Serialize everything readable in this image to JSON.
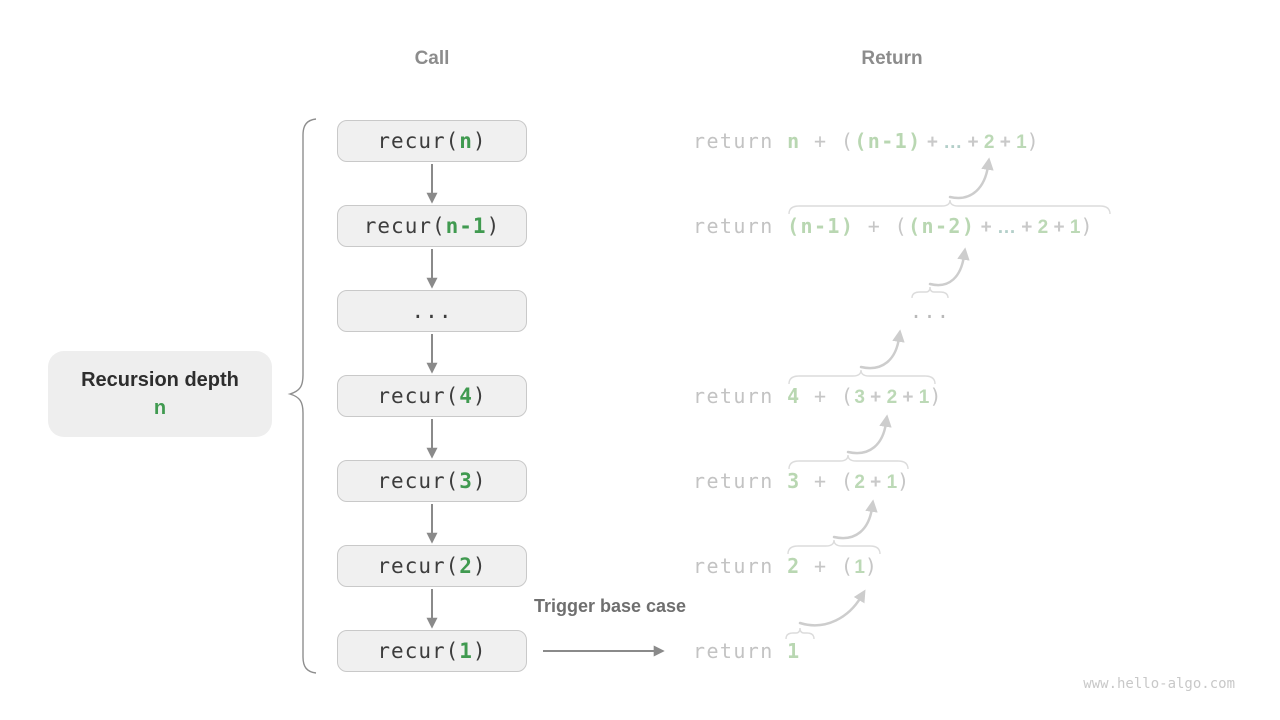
{
  "columns": {
    "call_title": "Call",
    "return_title": "Return"
  },
  "depth_label": {
    "line1": "Recursion depth",
    "line2": "n"
  },
  "trigger_label": "Trigger base case",
  "watermark": "www.hello-algo.com",
  "colors": {
    "accent_green": "#409a50",
    "light_green": "#bcd9b6",
    "box_bg": "#f0f0f0",
    "box_border": "#c9c9c9",
    "arrow_gray": "#8a8a8a",
    "faint_arrow_gray": "#cdcdcd",
    "faint_brace_gray": "#dcdcdc"
  },
  "call": {
    "boxes": [
      {
        "name": "recur-n",
        "segments": [
          {
            "t": "recur(",
            "s": "fn"
          },
          {
            "t": "n",
            "s": "arg"
          },
          {
            "t": ")",
            "s": "fn"
          }
        ]
      },
      {
        "name": "recur-n-1",
        "segments": [
          {
            "t": "recur(",
            "s": "fn"
          },
          {
            "t": "n-1",
            "s": "arg"
          },
          {
            "t": ")",
            "s": "fn"
          }
        ]
      },
      {
        "name": "ellipsis",
        "segments": [
          {
            "t": "...",
            "s": "fn"
          }
        ]
      },
      {
        "name": "recur-4",
        "segments": [
          {
            "t": "recur(",
            "s": "fn"
          },
          {
            "t": "4",
            "s": "arg"
          },
          {
            "t": ")",
            "s": "fn"
          }
        ]
      },
      {
        "name": "recur-3",
        "segments": [
          {
            "t": "recur(",
            "s": "fn"
          },
          {
            "t": "3",
            "s": "arg"
          },
          {
            "t": ")",
            "s": "fn"
          }
        ]
      },
      {
        "name": "recur-2",
        "segments": [
          {
            "t": "recur(",
            "s": "fn"
          },
          {
            "t": "2",
            "s": "arg"
          },
          {
            "t": ")",
            "s": "fn"
          }
        ]
      },
      {
        "name": "recur-1",
        "segments": [
          {
            "t": "recur(",
            "s": "fn"
          },
          {
            "t": "1",
            "s": "arg"
          },
          {
            "t": ")",
            "s": "fn"
          }
        ]
      }
    ]
  },
  "return_rows": [
    {
      "name": "n",
      "segments": [
        {
          "t": "return ",
          "s": "kw"
        },
        {
          "t": "n",
          "s": "val"
        },
        {
          "t": " + ",
          "s": "op"
        },
        {
          "t": "(",
          "s": "op"
        },
        {
          "t": "(n-1)",
          "s": "val"
        },
        {
          "t": " + ",
          "s": "opc"
        },
        {
          "t": "…",
          "s": "dotc"
        },
        {
          "t": " + ",
          "s": "opc"
        },
        {
          "t": "2",
          "s": "valc"
        },
        {
          "t": " + ",
          "s": "opc"
        },
        {
          "t": "1",
          "s": "valc"
        },
        {
          "t": ")",
          "s": "op"
        }
      ]
    },
    {
      "name": "n-1",
      "segments": [
        {
          "t": "return ",
          "s": "kw"
        },
        {
          "t": "(n-1)",
          "s": "val"
        },
        {
          "t": " + ",
          "s": "op"
        },
        {
          "t": "(",
          "s": "op"
        },
        {
          "t": "(n-2)",
          "s": "val"
        },
        {
          "t": " + ",
          "s": "opc"
        },
        {
          "t": "…",
          "s": "dotc"
        },
        {
          "t": " + ",
          "s": "opc"
        },
        {
          "t": "2",
          "s": "valc"
        },
        {
          "t": " + ",
          "s": "opc"
        },
        {
          "t": "1",
          "s": "valc"
        },
        {
          "t": ")",
          "s": "op"
        }
      ]
    },
    {
      "name": "ellipsis",
      "segments": [
        {
          "t": "...",
          "s": "dots"
        }
      ]
    },
    {
      "name": "4",
      "segments": [
        {
          "t": "return ",
          "s": "kw"
        },
        {
          "t": "4",
          "s": "val"
        },
        {
          "t": " + ",
          "s": "op"
        },
        {
          "t": "(",
          "s": "op"
        },
        {
          "t": "3",
          "s": "valc"
        },
        {
          "t": " + ",
          "s": "opc"
        },
        {
          "t": "2",
          "s": "valc"
        },
        {
          "t": " + ",
          "s": "opc"
        },
        {
          "t": "1",
          "s": "valc"
        },
        {
          "t": ")",
          "s": "op"
        }
      ]
    },
    {
      "name": "3",
      "segments": [
        {
          "t": "return ",
          "s": "kw"
        },
        {
          "t": "3",
          "s": "val"
        },
        {
          "t": " + ",
          "s": "op"
        },
        {
          "t": "(",
          "s": "op"
        },
        {
          "t": "2",
          "s": "valc"
        },
        {
          "t": " + ",
          "s": "opc"
        },
        {
          "t": "1",
          "s": "valc"
        },
        {
          "t": ")",
          "s": "op"
        }
      ]
    },
    {
      "name": "2",
      "segments": [
        {
          "t": "return ",
          "s": "kw"
        },
        {
          "t": "2",
          "s": "val"
        },
        {
          "t": " + ",
          "s": "op"
        },
        {
          "t": "(",
          "s": "op"
        },
        {
          "t": "1",
          "s": "valc"
        },
        {
          "t": ")",
          "s": "op"
        }
      ]
    },
    {
      "name": "1",
      "segments": [
        {
          "t": "return ",
          "s": "kw"
        },
        {
          "t": "1",
          "s": "val"
        }
      ]
    }
  ]
}
